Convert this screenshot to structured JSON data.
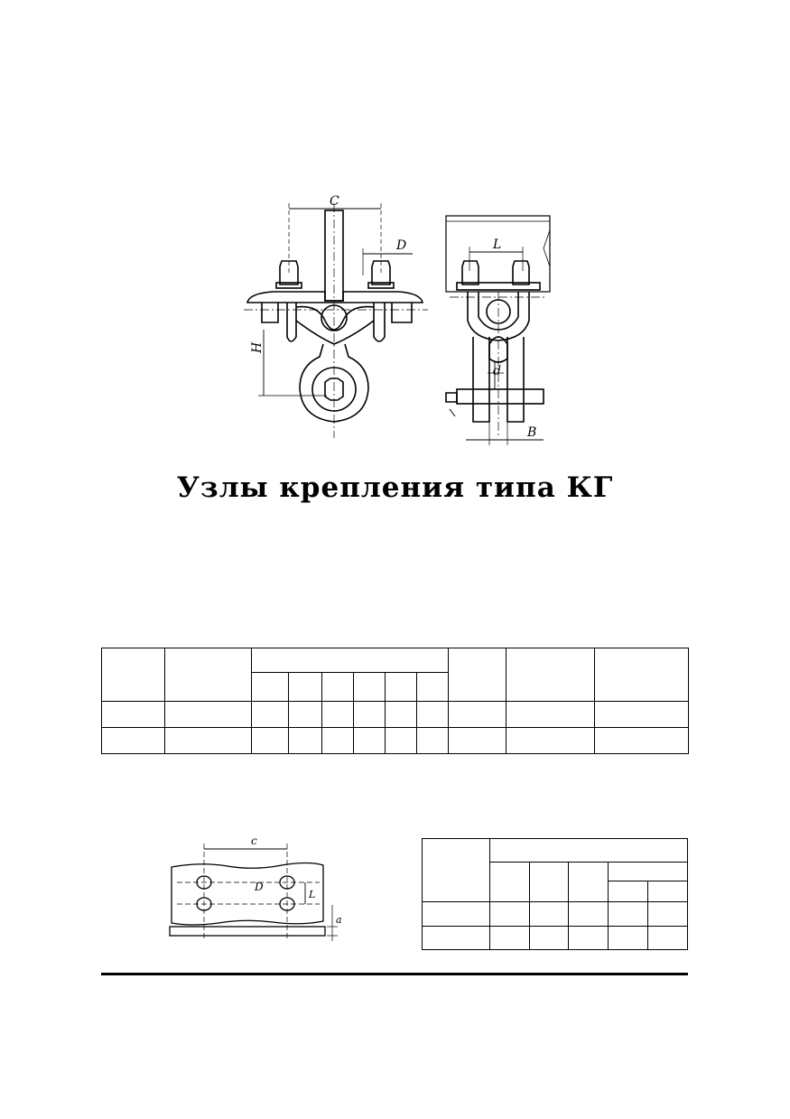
{
  "page": {
    "title": "Узлы крепления типа КГ"
  },
  "main_drawing": {
    "dimension_labels": {
      "c": "C",
      "d": "D",
      "h": "H",
      "l": "L",
      "d_small": "d",
      "b": "B"
    }
  },
  "plate_drawing": {
    "dimension_labels": {
      "c": "c",
      "d": "D",
      "l": "L",
      "a": "a"
    }
  }
}
